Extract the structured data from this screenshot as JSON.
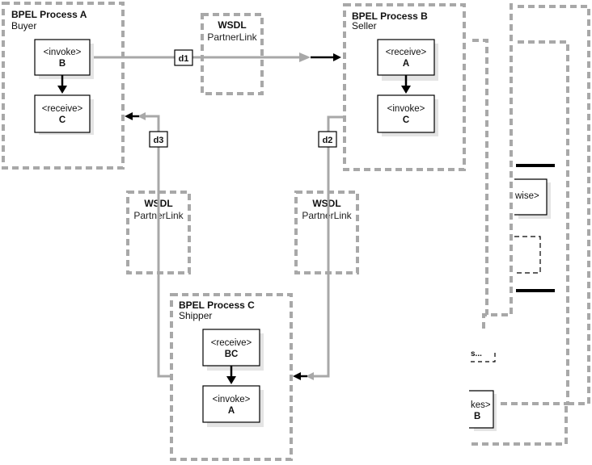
{
  "processes": [
    {
      "id": "A",
      "title": "BPEL Process A",
      "role": "Buyer",
      "activities": [
        {
          "tag": "<invoke>",
          "target": "B"
        },
        {
          "tag": "<receive>",
          "target": "C"
        }
      ]
    },
    {
      "id": "B",
      "title": "BPEL Process B",
      "role": "Seller",
      "activities": [
        {
          "tag": "<receive>",
          "target": "A"
        },
        {
          "tag": "<invoke>",
          "target": "C"
        }
      ]
    },
    {
      "id": "C",
      "title": "BPEL Process C",
      "role": "Shipper",
      "activities": [
        {
          "tag": "<receive>",
          "target": "BC"
        },
        {
          "tag": "<invoke>",
          "target": "A"
        }
      ]
    }
  ],
  "partner_links": [
    {
      "id": "pl1",
      "line1": "WSDL",
      "line2": "PartnerLink"
    },
    {
      "id": "pl2",
      "line1": "WSDL",
      "line2": "PartnerLink"
    },
    {
      "id": "pl3",
      "line1": "WSDL",
      "line2": "PartnerLink"
    }
  ],
  "messages": [
    {
      "label": "d1",
      "from": "A",
      "to": "B"
    },
    {
      "label": "d2",
      "from": "B",
      "to": "C"
    },
    {
      "label": "d3",
      "from": "C",
      "to": "A"
    }
  ],
  "background_fragments": {
    "otherwise_label": "wise>",
    "ellipsis_label": "s...",
    "invokes_line1": "kes>",
    "invokes_line2": "B"
  }
}
